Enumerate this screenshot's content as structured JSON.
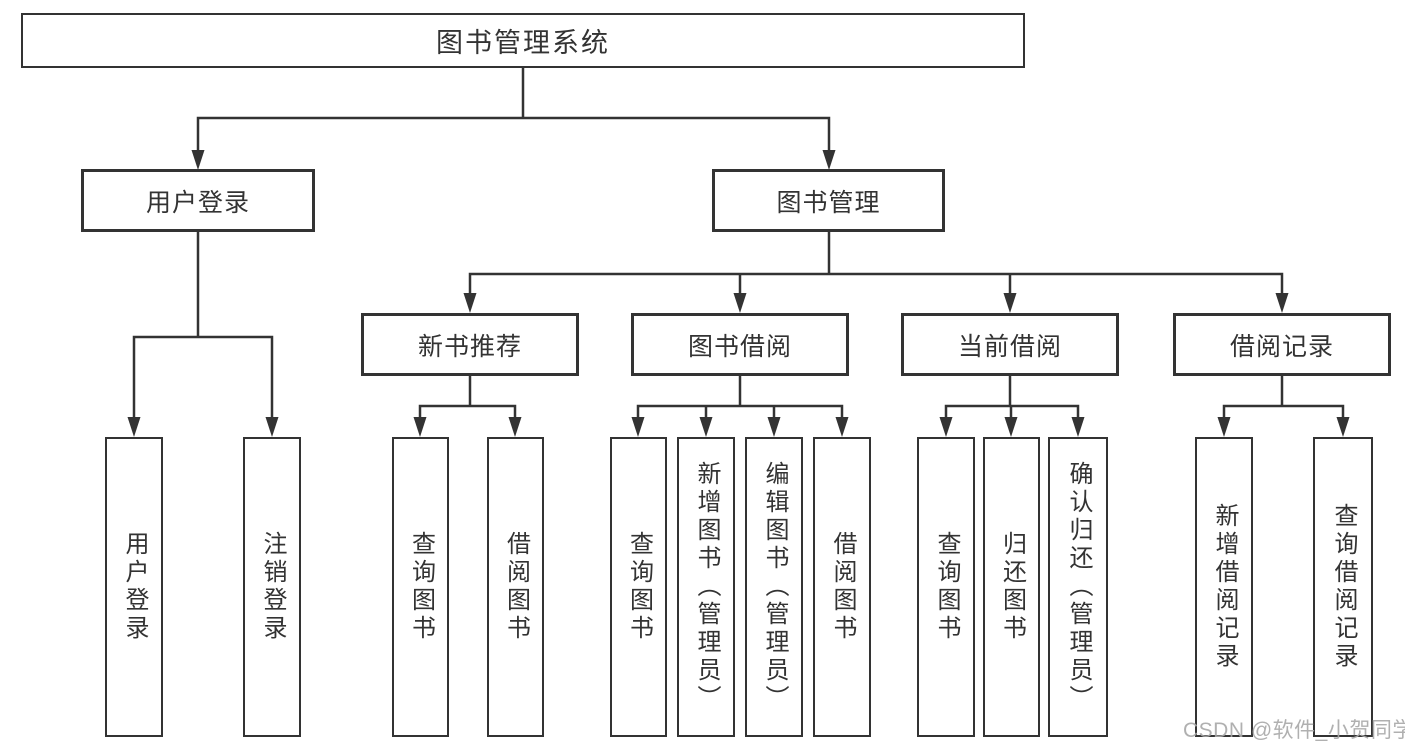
{
  "tree": {
    "root": {
      "label": "图书管理系统"
    },
    "user_login": {
      "label": "用户登录",
      "children": [
        {
          "label": "用户登录"
        },
        {
          "label": "注销登录"
        }
      ]
    },
    "book_mgmt": {
      "label": "图书管理",
      "children": [
        {
          "label": "新书推荐",
          "children": [
            {
              "label": "查询图书"
            },
            {
              "label": "借阅图书"
            }
          ]
        },
        {
          "label": "图书借阅",
          "children": [
            {
              "label": "查询图书"
            },
            {
              "label": "新增图书（管理员）"
            },
            {
              "label": "编辑图书（管理员）"
            },
            {
              "label": "借阅图书"
            }
          ]
        },
        {
          "label": "当前借阅",
          "children": [
            {
              "label": "查询图书"
            },
            {
              "label": "归还图书"
            },
            {
              "label": "确认归还（管理员）"
            }
          ]
        },
        {
          "label": "借阅记录",
          "children": [
            {
              "label": "新增借阅记录"
            },
            {
              "label": "查询借阅记录"
            }
          ]
        }
      ]
    }
  },
  "watermark": "CSDN @软件_小贺同学",
  "colors": {
    "line": "#333333",
    "text": "#333333",
    "watermark": "#a8a8a8",
    "background": "#ffffff"
  }
}
